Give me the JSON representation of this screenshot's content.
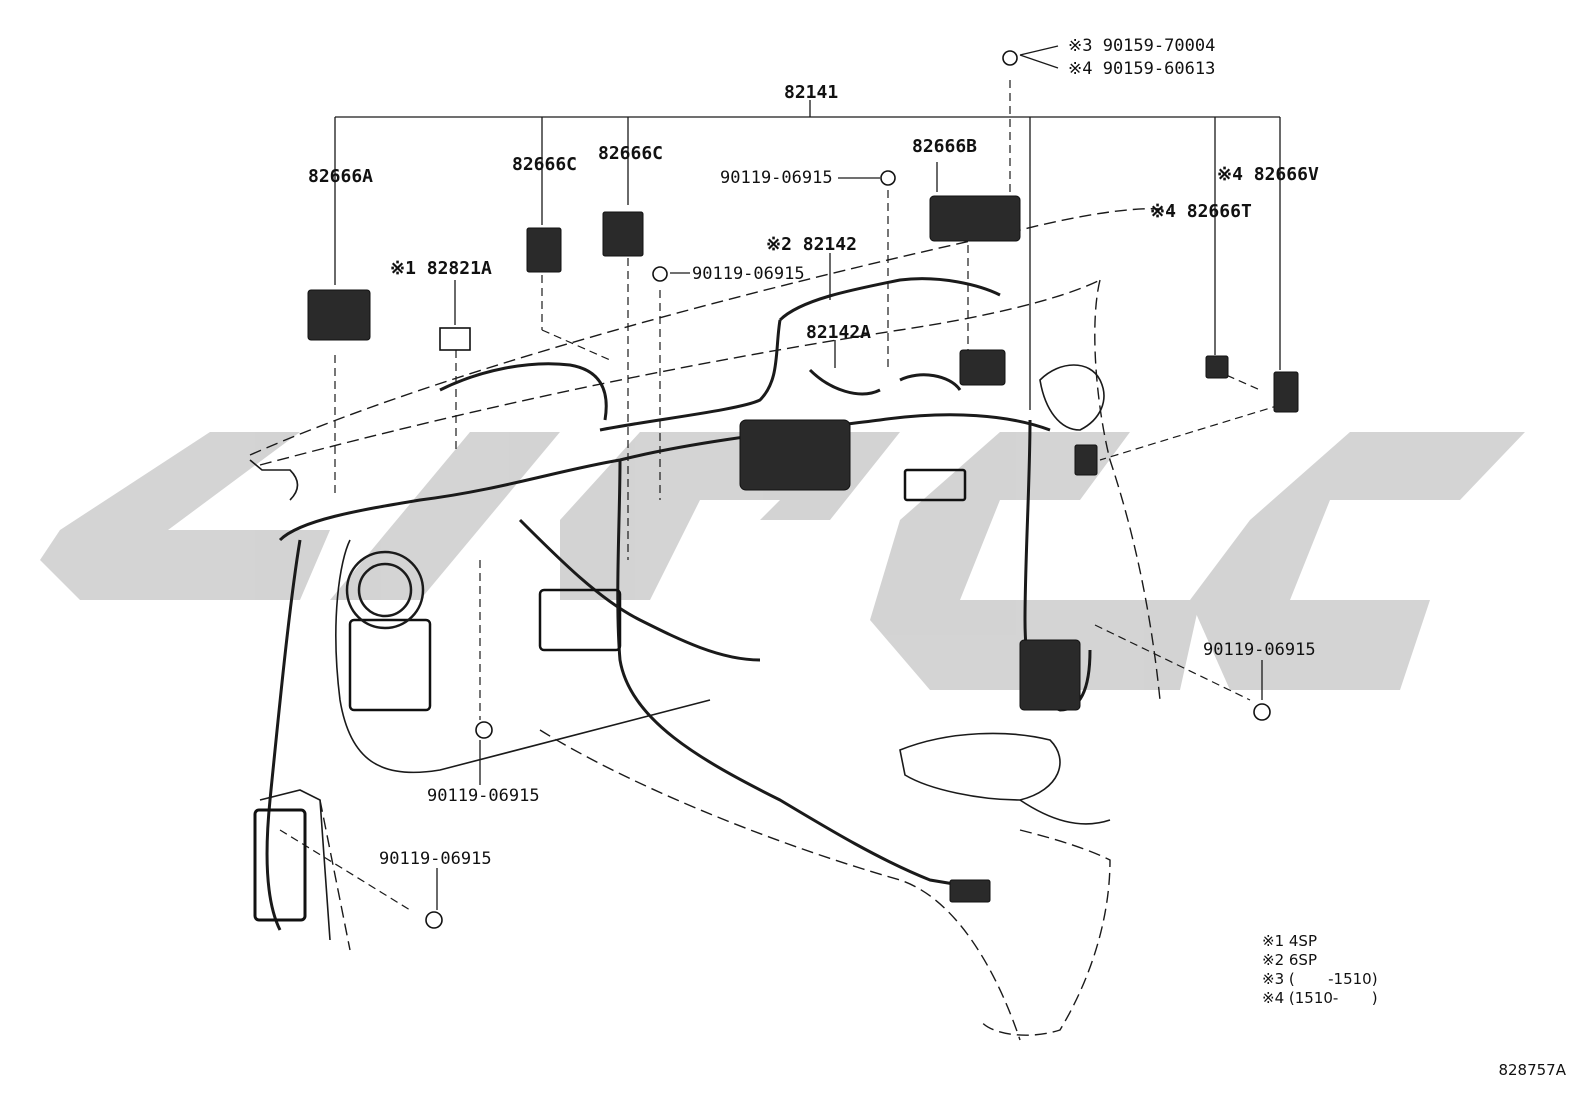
{
  "labels": {
    "main_harness": "82141",
    "fuse_block_a": "82666A",
    "connector_c1": "82666C",
    "connector_c2": "82666C",
    "connector_b": "82666B",
    "connector_v": "※4 82666V",
    "connector_t": "※4 82666T",
    "wire_82821a": "※1 82821A",
    "wire_82142": "※2 82142",
    "wire_82142a": "82142A",
    "bolt_top_1": "※3 90159-70004",
    "bolt_top_2": "※4 90159-60613",
    "bolt_mid_a": "90119-06915",
    "bolt_mid_b": "90119-06915",
    "bolt_right": "90119-06915",
    "bolt_bottom_center": "90119-06915",
    "bolt_bottom_left": "90119-06915"
  },
  "notes": [
    "※1 4SP",
    "※2 6SP",
    "※3 (       -1510)",
    "※4 (1510-       )"
  ],
  "figure_id": "828757A",
  "colors": {
    "line": "#1a1a1a",
    "watermark": "#cfcfcf"
  }
}
